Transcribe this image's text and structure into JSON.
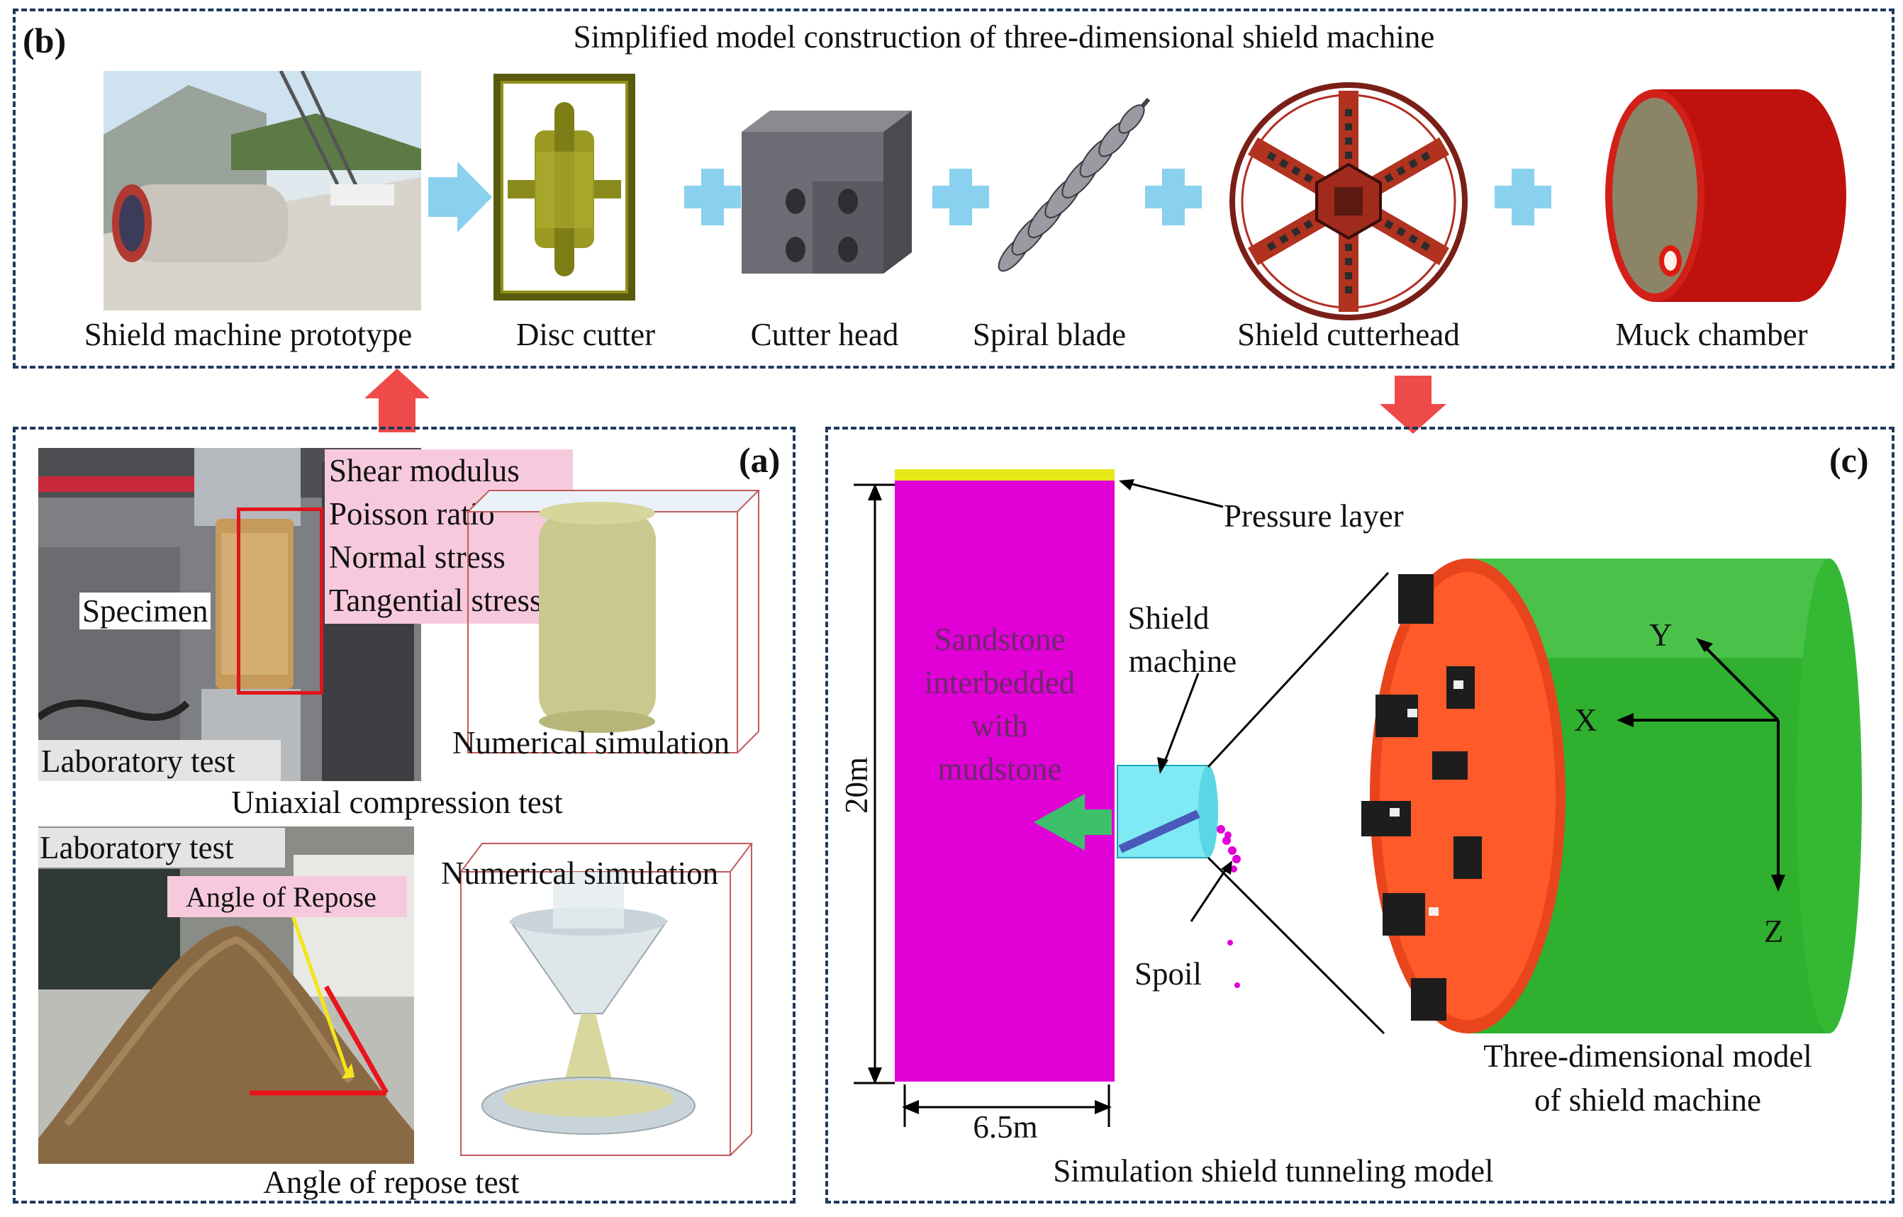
{
  "panel_b": {
    "label": "(b)",
    "title": "Simplified model construction of three-dimensional shield machine",
    "items": [
      "Shield machine prototype",
      "Disc cutter",
      "Cutter head",
      "Spiral blade",
      "Shield cutterhead",
      "Muck chamber"
    ]
  },
  "panel_a": {
    "label": "(a)",
    "properties": [
      "Shear modulus",
      "Poisson ratio",
      "Normal stress",
      "Tangential stress"
    ],
    "specimen": "Specimen",
    "lab_test_1": "Laboratory test",
    "num_sim_1": "Numerical simulation",
    "caption_1": "Uniaxial compression test",
    "lab_test_2": "Laboratory test",
    "angle_label": "Angle of Repose",
    "num_sim_2": "Numerical simulation",
    "caption_2": "Angle of repose test"
  },
  "panel_c": {
    "label": "(c)",
    "pressure_layer": "Pressure layer",
    "rock": [
      "Sandstone",
      "interbedded",
      "with",
      "mudstone"
    ],
    "shield": [
      "Shield",
      "machine"
    ],
    "height": "20m",
    "width": "6.5m",
    "spoil": "Spoil",
    "axes": [
      "Y",
      "X",
      "Z"
    ],
    "model_caption": [
      "Three-dimensional model",
      "of shield machine"
    ],
    "caption": "Simulation shield tunneling model"
  },
  "colors": {
    "panel_border": "#1f3a5c",
    "plus": "#8ad0ef",
    "up_arrow": "#ee4a4a",
    "rock": "#e100d6",
    "shield_body": "#35b935",
    "cutterhead": "#e8451d",
    "pink_box": "#f7c9dc"
  }
}
